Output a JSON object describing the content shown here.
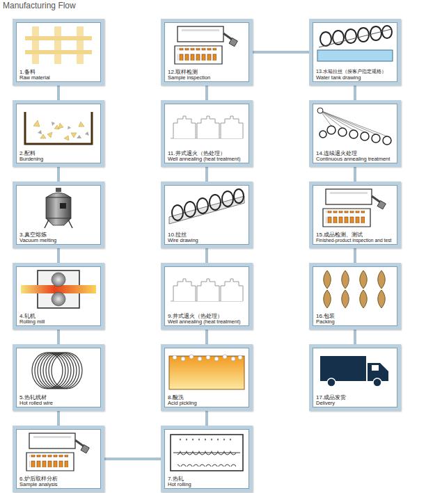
{
  "diagram": {
    "title": "Manufacturing Flow",
    "nodes": [
      {
        "text": [
          "1.备料",
          "Raw material"
        ]
      },
      {
        "text": [
          "2.配料",
          "Burdening"
        ]
      },
      {
        "text": [
          "3.真空熔炼",
          "Vacuum melting"
        ]
      },
      {
        "text": [
          "4.轧机",
          "Rolling mill"
        ]
      },
      {
        "text": [
          "5.热轧线材",
          "Hot rolled wire"
        ]
      },
      {
        "text": [
          "6.炉后取样分析",
          "Sample analysis"
        ]
      },
      {
        "text": [
          "7.热轧",
          "Hot rolling"
        ]
      },
      {
        "text": [
          "8.酸洗",
          "Acid pickling"
        ]
      },
      {
        "text": [
          "9.井式退火（热处理）",
          "Well annealing (heat treatment)"
        ]
      },
      {
        "text": [
          "10.拉丝",
          "Wire drawing"
        ]
      },
      {
        "text": [
          "11.井式退火（热处理）",
          "Well annealing (heat treatment)"
        ]
      },
      {
        "text": [
          "12.取样检测",
          "Sample inspection"
        ]
      },
      {
        "text": [
          "13.水箱拉丝（按客户指定规格）",
          "Water tank drawing"
        ]
      },
      {
        "text": [
          "14.连续退火处理",
          "Continuous annealing treatment"
        ]
      },
      {
        "text": [
          "15.成品检测、测试",
          "Finished-product inspection and test"
        ]
      },
      {
        "text": [
          "16.包装",
          "Packing"
        ]
      },
      {
        "text": [
          "17.成品发货",
          "Delivery"
        ]
      }
    ],
    "edges": [
      {
        "from": 0,
        "to": 1,
        "arrow": "none"
      },
      {
        "from": 1,
        "to": 2,
        "arrow": "none"
      },
      {
        "from": 2,
        "to": 3,
        "arrow": "none"
      },
      {
        "from": 3,
        "to": 4,
        "arrow": "none"
      },
      {
        "from": 4,
        "to": 5,
        "arrow": "none"
      },
      {
        "from": 5,
        "to": 6,
        "arrow": "none"
      },
      {
        "from": 6,
        "to": 7,
        "arrow": "none"
      },
      {
        "from": 7,
        "to": 8,
        "arrow": "none"
      },
      {
        "from": 8,
        "to": 9,
        "arrow": "none"
      },
      {
        "from": 9,
        "to": 10,
        "arrow": "none"
      },
      {
        "from": 10,
        "to": 11,
        "arrow": "none"
      },
      {
        "from": 11,
        "to": 12,
        "arrow": "none"
      },
      {
        "from": 12,
        "to": 13,
        "arrow": "none"
      },
      {
        "from": 13,
        "to": 14,
        "arrow": "none"
      },
      {
        "from": 14,
        "to": 15,
        "arrow": "none"
      },
      {
        "from": 15,
        "to": 16,
        "arrow": "none"
      }
    ]
  }
}
